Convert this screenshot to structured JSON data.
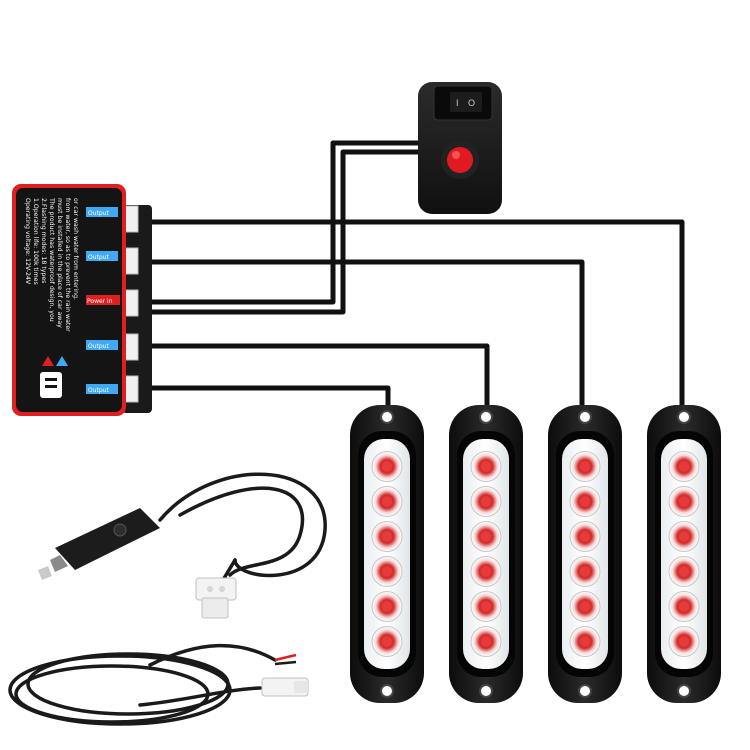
{
  "controller": {
    "ports": [
      {
        "label": "Output",
        "color": "#3fa9f5"
      },
      {
        "label": "Output",
        "color": "#3fa9f5"
      },
      {
        "label": "Power in",
        "color": "#e02020"
      },
      {
        "label": "Output",
        "color": "#3fa9f5"
      },
      {
        "label": "Output",
        "color": "#3fa9f5"
      }
    ],
    "notes": [
      "Operating voltage: 12V-24V",
      "1.Operation life: 100k times",
      "2.Flashing modes: 18 types",
      "The product has waterproof design, you",
      "must be installed in the place of car away",
      "from water, so as to prevent the rain water",
      "or car wash water from entering."
    ],
    "border_color": "#e02020",
    "body_color": "#141414"
  },
  "light_bar": {
    "count": 4,
    "leds_per_bar": 6,
    "led_color": "#e63b3b"
  },
  "switch": {
    "button_color": "#e11a22"
  }
}
